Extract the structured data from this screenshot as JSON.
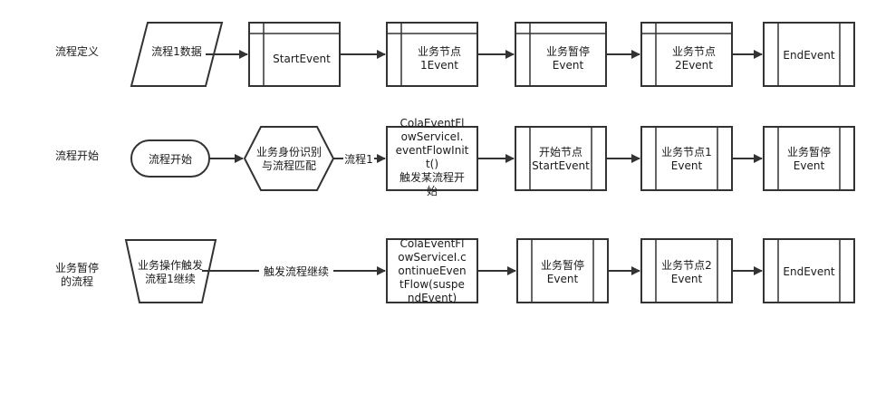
{
  "rows": [
    {
      "label": "流程定义"
    },
    {
      "label": "流程开始"
    },
    {
      "label": "业务暂停\n的流程"
    }
  ],
  "nodes": {
    "r1_data": "流程1数据",
    "r1_start": "StartEvent",
    "r1_biz1": "业务节点\n1Event",
    "r1_pause": "业务暂停\nEvent",
    "r1_biz2": "业务节点\n2Event",
    "r1_end": "EndEvent",
    "r2_begin": "流程开始",
    "r2_identify": "业务身份识别\n与流程匹配",
    "r2_init": "ColaEventFl\nowServiceI.\neventFlowInit\nt()\n触发某流程开\n始",
    "r2_start": "开始节点\nStartEvent",
    "r2_biz1": "业务节点1\nEvent",
    "r2_pause": "业务暂停\nEvent",
    "r3_trigger": "业务操作触发\n流程1继续",
    "r3_continue": "ColaEventFl\nowServiceI.c\nontinueEven\ntFlow(suspe\nndEvent)",
    "r3_pause": "业务暂停\nEvent",
    "r3_biz2": "业务节点2\nEvent",
    "r3_end": "EndEvent"
  },
  "edges": {
    "r2_flow1": "流程1",
    "r3_continue_label": "触发流程继续"
  },
  "colors": {
    "stroke": "#333333",
    "fill": "#ffffff",
    "text": "#1a1a1a"
  }
}
